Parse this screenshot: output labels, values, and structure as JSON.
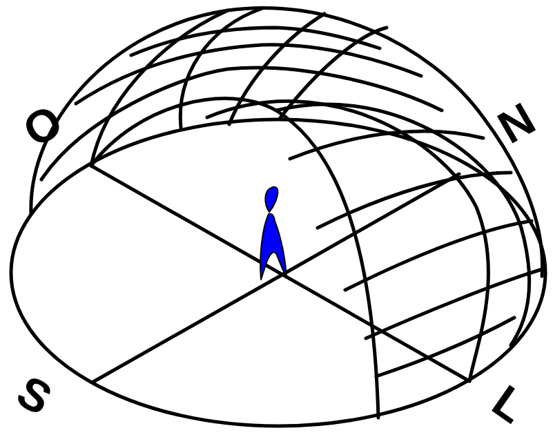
{
  "diagram": {
    "labels": [
      "O",
      "N",
      "L",
      "S"
    ]
  }
}
